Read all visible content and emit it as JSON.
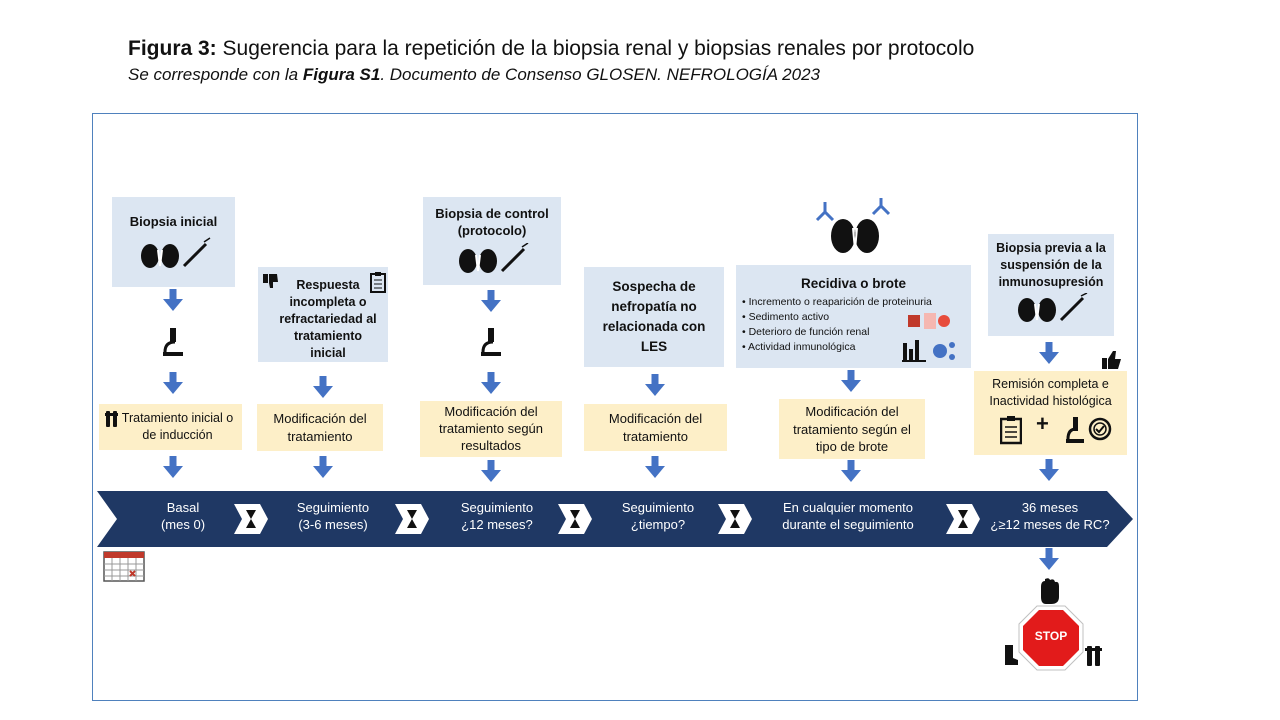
{
  "header": {
    "title_prefix": "Figura 3:",
    "title_text": " Sugerencia para la repetición de la biopsia renal y biopsias renales por protocolo",
    "subtitle_a": "Se corresponde con la ",
    "subtitle_b": "Figura S1",
    "subtitle_c": ". Documento de Consenso GLOSEN. NEFROLOGÍA 2023"
  },
  "top_boxes": {
    "b1": "Biopsia inicial",
    "b2": "Respuesta incompleta o refractariedad al tratamiento inicial",
    "b3_l1": "Biopsia de control",
    "b3_l2": "(protocolo)",
    "b4": "Sospecha de nefropatía no relacionada con LES",
    "b5_title": "Recidiva o brote",
    "b5_items": [
      "Incremento o reaparición de proteinuria",
      "Sedimento activo",
      "Deterioro de función renal",
      "Actividad inmunológica"
    ],
    "b6": "Biopsia previa a la suspensión de la inmunosupresión"
  },
  "treatment_boxes": {
    "c1": "Tratamiento inicial o de inducción",
    "c2": "Modificación del tratamiento",
    "c3": "Modificación del tratamiento según resultados",
    "c4": "Modificación del tratamiento",
    "c5": "Modificación del tratamiento según el tipo de brote",
    "c6": "Remisión completa e Inactividad histológica",
    "c6_plus": "+"
  },
  "timeline": {
    "s1_l1": "Basal",
    "s1_l2": "(mes 0)",
    "s2_l1": "Seguimiento",
    "s2_l2": "(3-6 meses)",
    "s3_l1": "Seguimiento",
    "s3_l2": "¿12 meses?",
    "s4_l1": "Seguimiento",
    "s4_l2": "¿tiempo?",
    "s5_l1": "En cualquier momento",
    "s5_l2": "durante el seguimiento",
    "s6_l1": "36 meses",
    "s6_l2": "¿≥12 meses de RC?"
  },
  "stop_label": "STOP",
  "colors": {
    "band": "#1f3864",
    "arrow": "#4472c4",
    "blue_box": "#dce6f2",
    "yellow_box": "#fdefc8",
    "stop": "#e21b1b",
    "frame": "#4f81bd"
  }
}
